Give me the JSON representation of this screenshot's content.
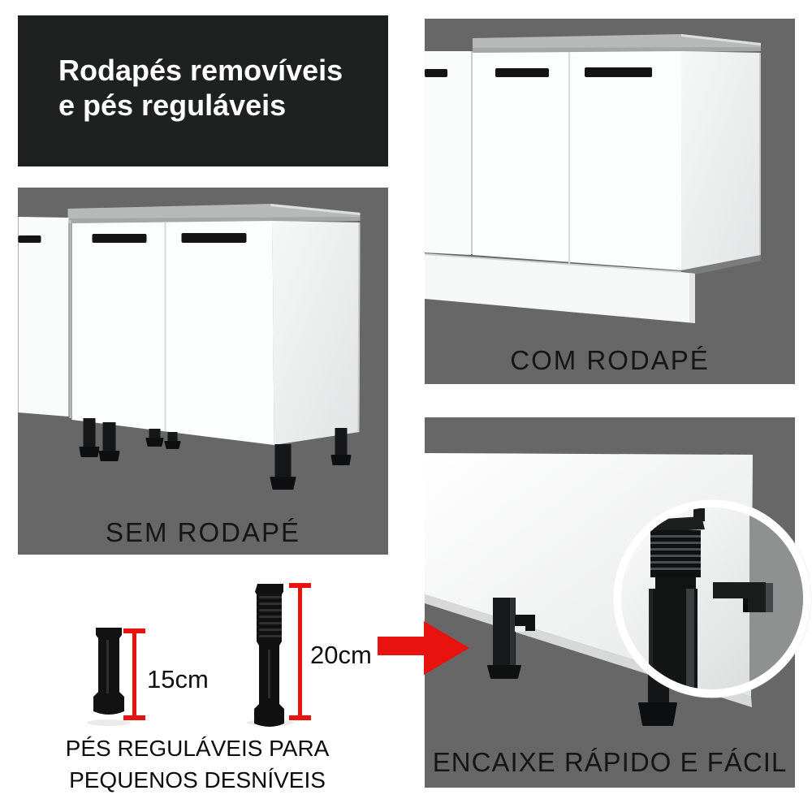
{
  "title_box": {
    "lines": [
      "Rodapés removíveis",
      "e pés reguláveis"
    ]
  },
  "panels": {
    "com_rodape": {
      "caption": "COM RODAPÉ"
    },
    "sem_rodape": {
      "caption": "SEM RODAPÉ"
    },
    "encaixe": {
      "caption": "ENCAIXE RÁPIDO E FÁCIL"
    }
  },
  "feet_section": {
    "short_foot": {
      "label": "15cm"
    },
    "tall_foot": {
      "label": "20cm"
    },
    "caption_lines": [
      "PÉS REGULÁVEIS PARA",
      "PEQUENOS DESNÍVEIS"
    ]
  },
  "icons": {
    "red_arrow": "red-arrow-icon",
    "magnifier": "magnifier-circle-icon",
    "measure_line": "measure-line-icon"
  },
  "colors": {
    "title_bg": "#1e211f",
    "title_text": "#ffffff",
    "panel_gray": "#676767",
    "accent_red": "#e8120f",
    "caption_text": "#161616",
    "counter_gray": "#b6b9b7",
    "cabinet_white": "#fcfdfd",
    "leg_black": "#141414"
  }
}
